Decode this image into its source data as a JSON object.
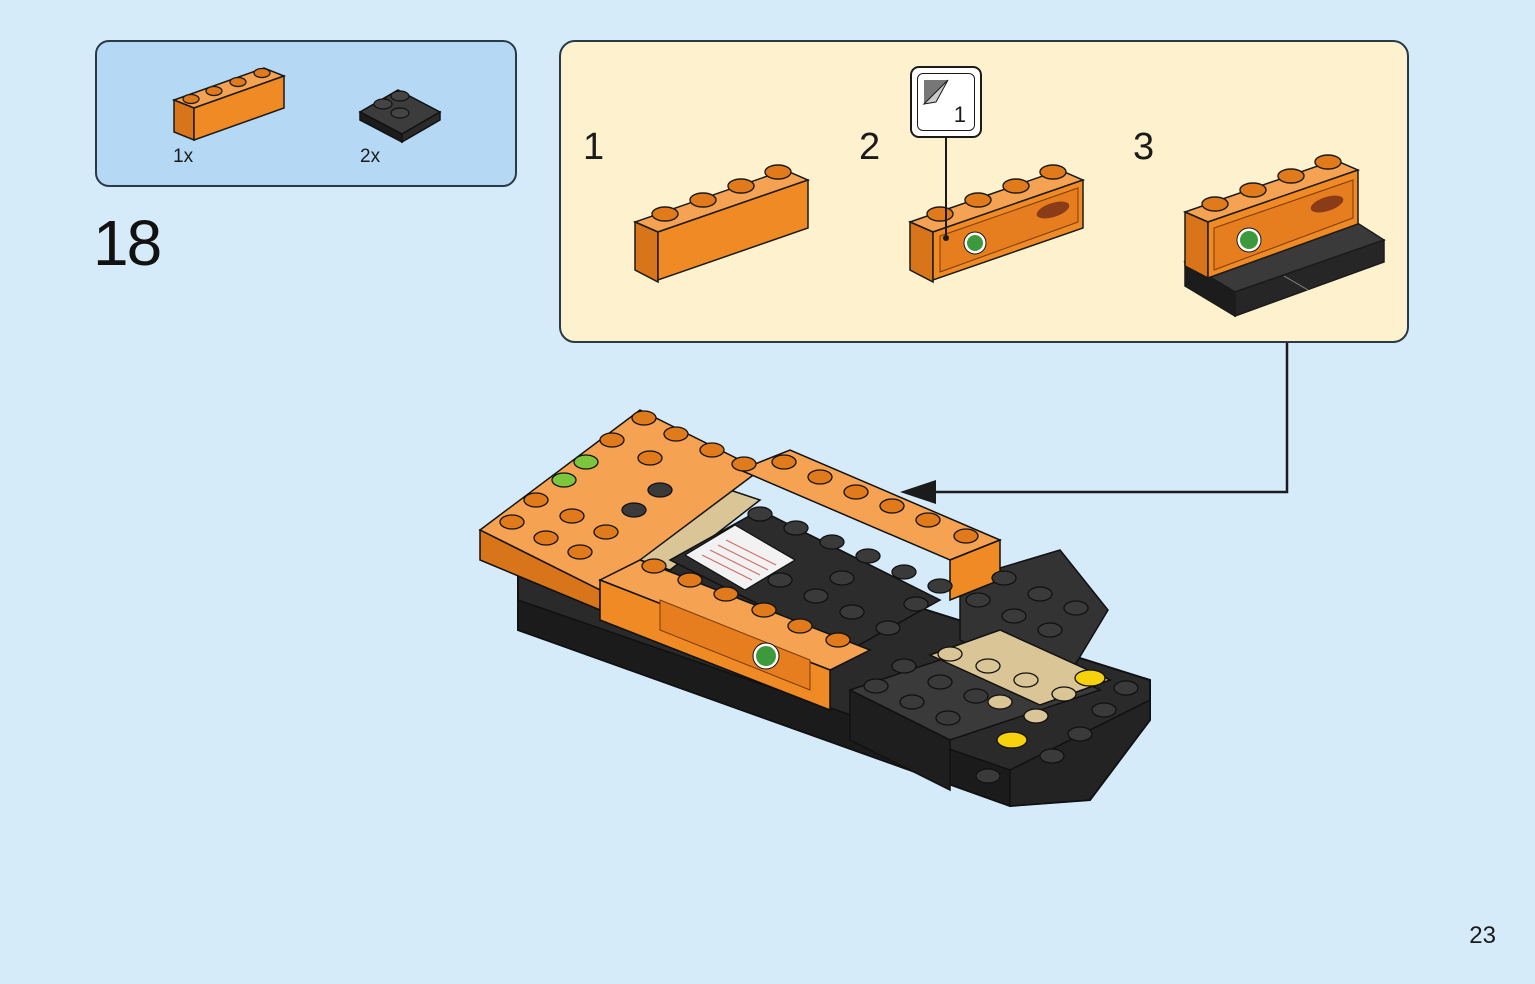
{
  "parts_list": {
    "items": [
      {
        "count": "1x",
        "color_name": "orange",
        "color": "#f08a24",
        "shape": "brick-1x4"
      },
      {
        "count": "2x",
        "color_name": "black",
        "color": "#2b2b2b",
        "shape": "plate-2x2-corner"
      }
    ]
  },
  "step": {
    "number": "18"
  },
  "sub_assembly": {
    "steps": [
      {
        "label": "1"
      },
      {
        "label": "2"
      },
      {
        "label": "3"
      }
    ],
    "sticker_callout": {
      "number": "1"
    }
  },
  "page": {
    "number": "23"
  },
  "colors": {
    "background": "#d6ebfa",
    "parts_box": "#b5d9f5",
    "sub_box": "#fdf2cd",
    "orange": "#f08a24",
    "black": "#2b2b2b",
    "tan": "#d9c596",
    "yellow": "#f5d20c",
    "green": "#7bc63c"
  }
}
